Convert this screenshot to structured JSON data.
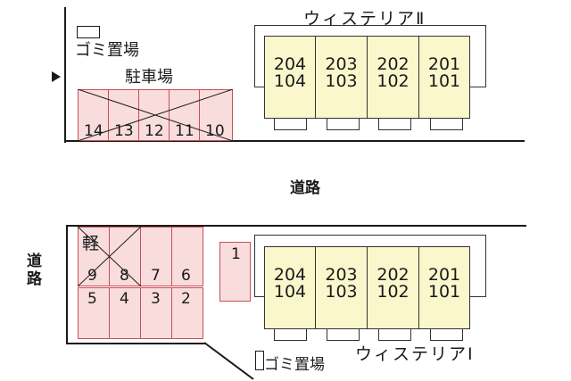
{
  "map": {
    "road_center_label": "道路",
    "road_left_label": "道\n路",
    "entrance_arrow": "arrow-right-icon",
    "top_site": {
      "garbage_label": "ゴミ置場",
      "parking_label": "駐車場",
      "parking_spaces": [
        "14",
        "13",
        "12",
        "11",
        "10"
      ],
      "parking_unavailable": true
    },
    "building_2": {
      "name": "ウィステリアⅡ",
      "units": [
        {
          "upper": "204",
          "lower": "104"
        },
        {
          "upper": "203",
          "lower": "103"
        },
        {
          "upper": "202",
          "lower": "102"
        },
        {
          "upper": "201",
          "lower": "101"
        }
      ]
    },
    "bottom_site": {
      "kei_label": "軽",
      "parking_row_back": [
        "9",
        "8",
        "7",
        "6"
      ],
      "parking_row_front": [
        "5",
        "4",
        "3",
        "2"
      ],
      "parking_single": "1",
      "garbage_label": "ゴミ置場"
    },
    "building_1": {
      "name": "ウィステリアⅠ",
      "units": [
        {
          "upper": "204",
          "lower": "104"
        },
        {
          "upper": "203",
          "lower": "103"
        },
        {
          "upper": "202",
          "lower": "102"
        },
        {
          "upper": "201",
          "lower": "101"
        }
      ]
    },
    "colors": {
      "parking_fill": "#f9dcdc",
      "parking_border": "#c8505a",
      "unit_fill": "#fbf7cc",
      "line": "#1a1a1a"
    }
  }
}
